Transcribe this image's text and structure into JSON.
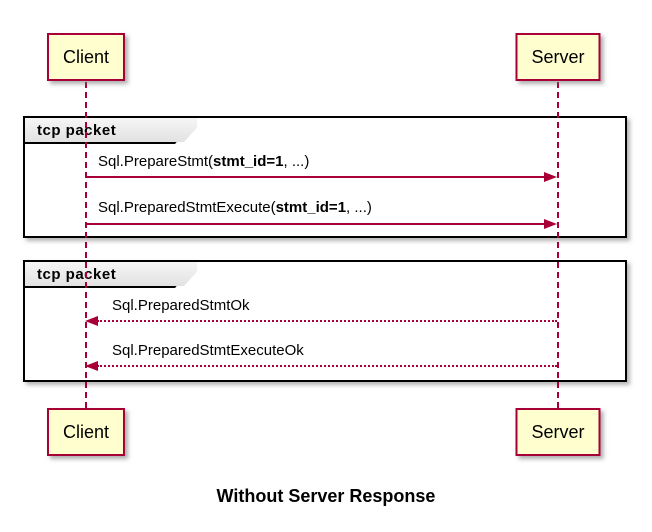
{
  "diagram_type": "uml-sequence-diagram",
  "caption": "Without Server Response",
  "colors": {
    "actor_fill": "#FEFECE",
    "accent": "#A80036",
    "frame_border": "#000000",
    "tab_fill": "#EDEDED",
    "background": "#FFFFFF"
  },
  "actors": {
    "client": "Client",
    "server": "Server"
  },
  "frames": [
    {
      "label": "tcp packet",
      "messages": [
        {
          "pre": "Sql.PrepareStmt(",
          "bold": "stmt_id=1",
          "post": ", ...)",
          "direction": "client-to-server",
          "line": "solid"
        },
        {
          "pre": "Sql.PreparedStmtExecute(",
          "bold": "stmt_id=1",
          "post": ", ...)",
          "direction": "client-to-server",
          "line": "solid"
        }
      ]
    },
    {
      "label": "tcp packet",
      "messages": [
        {
          "pre": "Sql.PreparedStmtOk",
          "bold": "",
          "post": "",
          "direction": "server-to-client",
          "line": "dotted"
        },
        {
          "pre": "Sql.PreparedStmtExecuteOk",
          "bold": "",
          "post": "",
          "direction": "server-to-client",
          "line": "dotted"
        }
      ]
    }
  ]
}
